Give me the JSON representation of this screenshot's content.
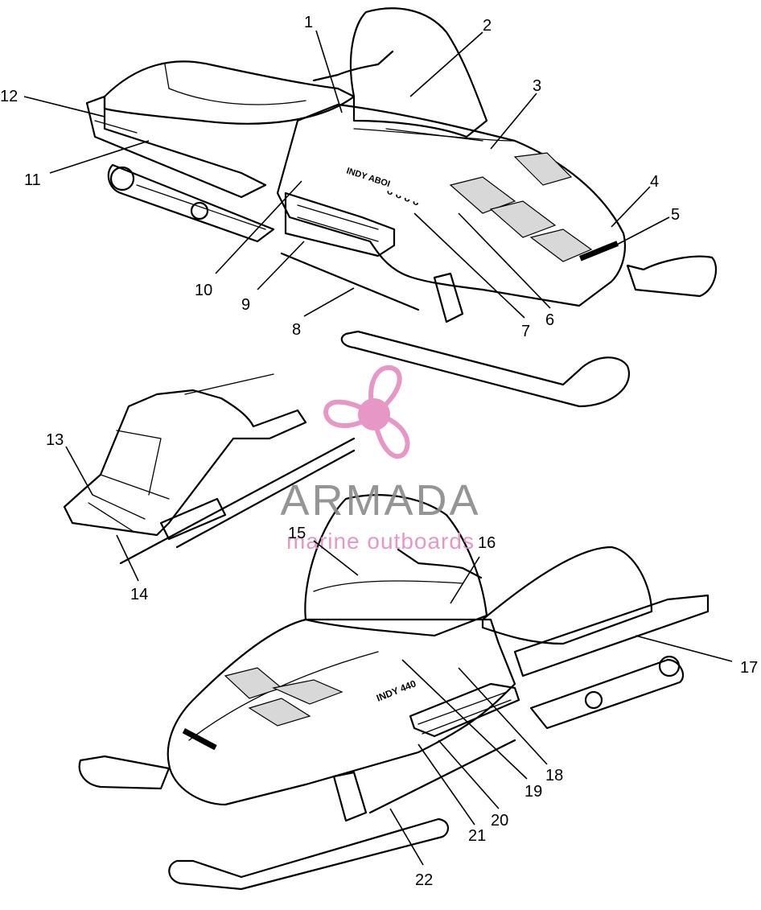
{
  "callouts": [
    {
      "n": "1"
    },
    {
      "n": "2"
    },
    {
      "n": "3"
    },
    {
      "n": "4"
    },
    {
      "n": "5"
    },
    {
      "n": "6"
    },
    {
      "n": "7"
    },
    {
      "n": "8"
    },
    {
      "n": "9"
    },
    {
      "n": "10"
    },
    {
      "n": "11"
    },
    {
      "n": "12"
    },
    {
      "n": "13"
    },
    {
      "n": "14"
    },
    {
      "n": "15"
    },
    {
      "n": "16"
    },
    {
      "n": "17"
    },
    {
      "n": "18"
    },
    {
      "n": "19"
    },
    {
      "n": "20"
    },
    {
      "n": "21"
    },
    {
      "n": "22"
    }
  ],
  "watermark": {
    "brand": "ARMADA",
    "tagline": "marine outboards",
    "logo_color": "#e58cc0",
    "text_color": "#8a8a8a"
  },
  "icons": [
    "propeller-logo-icon",
    "snowmobile-illustration"
  ]
}
